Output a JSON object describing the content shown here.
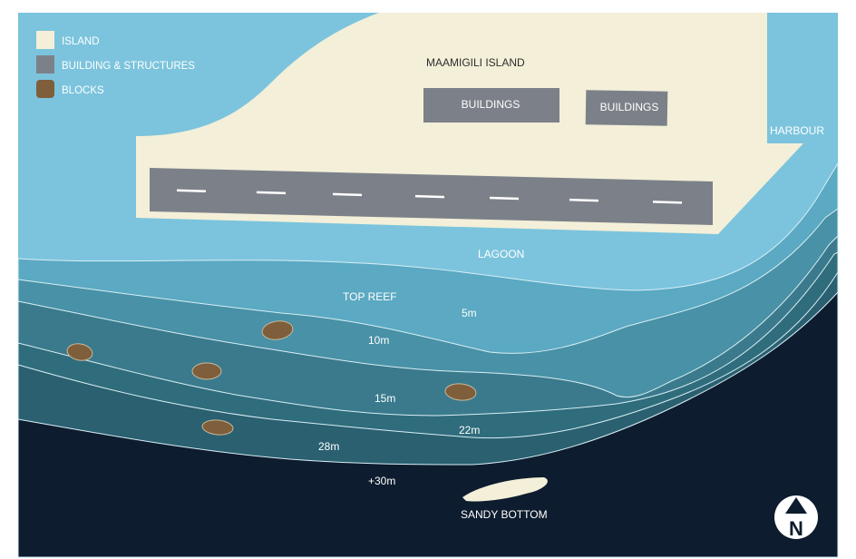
{
  "legend": {
    "items": [
      {
        "label": "ISLAND",
        "color": "#f3efd9",
        "icon": "island-swatch"
      },
      {
        "label": "BUILDING & STRUCTURES",
        "color": "#7c8189",
        "icon": "building-swatch"
      },
      {
        "label": "BLOCKS",
        "color": "#7f5e3c",
        "icon": "block-swatch"
      }
    ]
  },
  "labels": {
    "island_name": "MAAMIGILI ISLAND",
    "building_1": "BUILDINGS",
    "building_2": "BUILDINGS",
    "harbour": "HARBOUR",
    "lagoon": "LAGOON",
    "top_reef": "TOP REEF",
    "depth_5": "5m",
    "depth_10": "10m",
    "depth_15": "15m",
    "depth_22": "22m",
    "depth_28": "28m",
    "depth_30": "+30m",
    "sandy_bottom": "SANDY BOTTOM"
  },
  "compass": {
    "letter": "N",
    "icon": "north-arrow-icon"
  },
  "colors": {
    "lagoon": "#7cc4dd",
    "depth_5": "#5ba9c2",
    "depth_10": "#4891a6",
    "depth_15": "#3a7a8c",
    "depth_22": "#2f6c7c",
    "depth_28": "#2a6070",
    "deep": "#0d1c2e",
    "island": "#f3efd9",
    "building": "#7c8189",
    "block": "#7f5e3c",
    "sand": "#f3efd9"
  }
}
